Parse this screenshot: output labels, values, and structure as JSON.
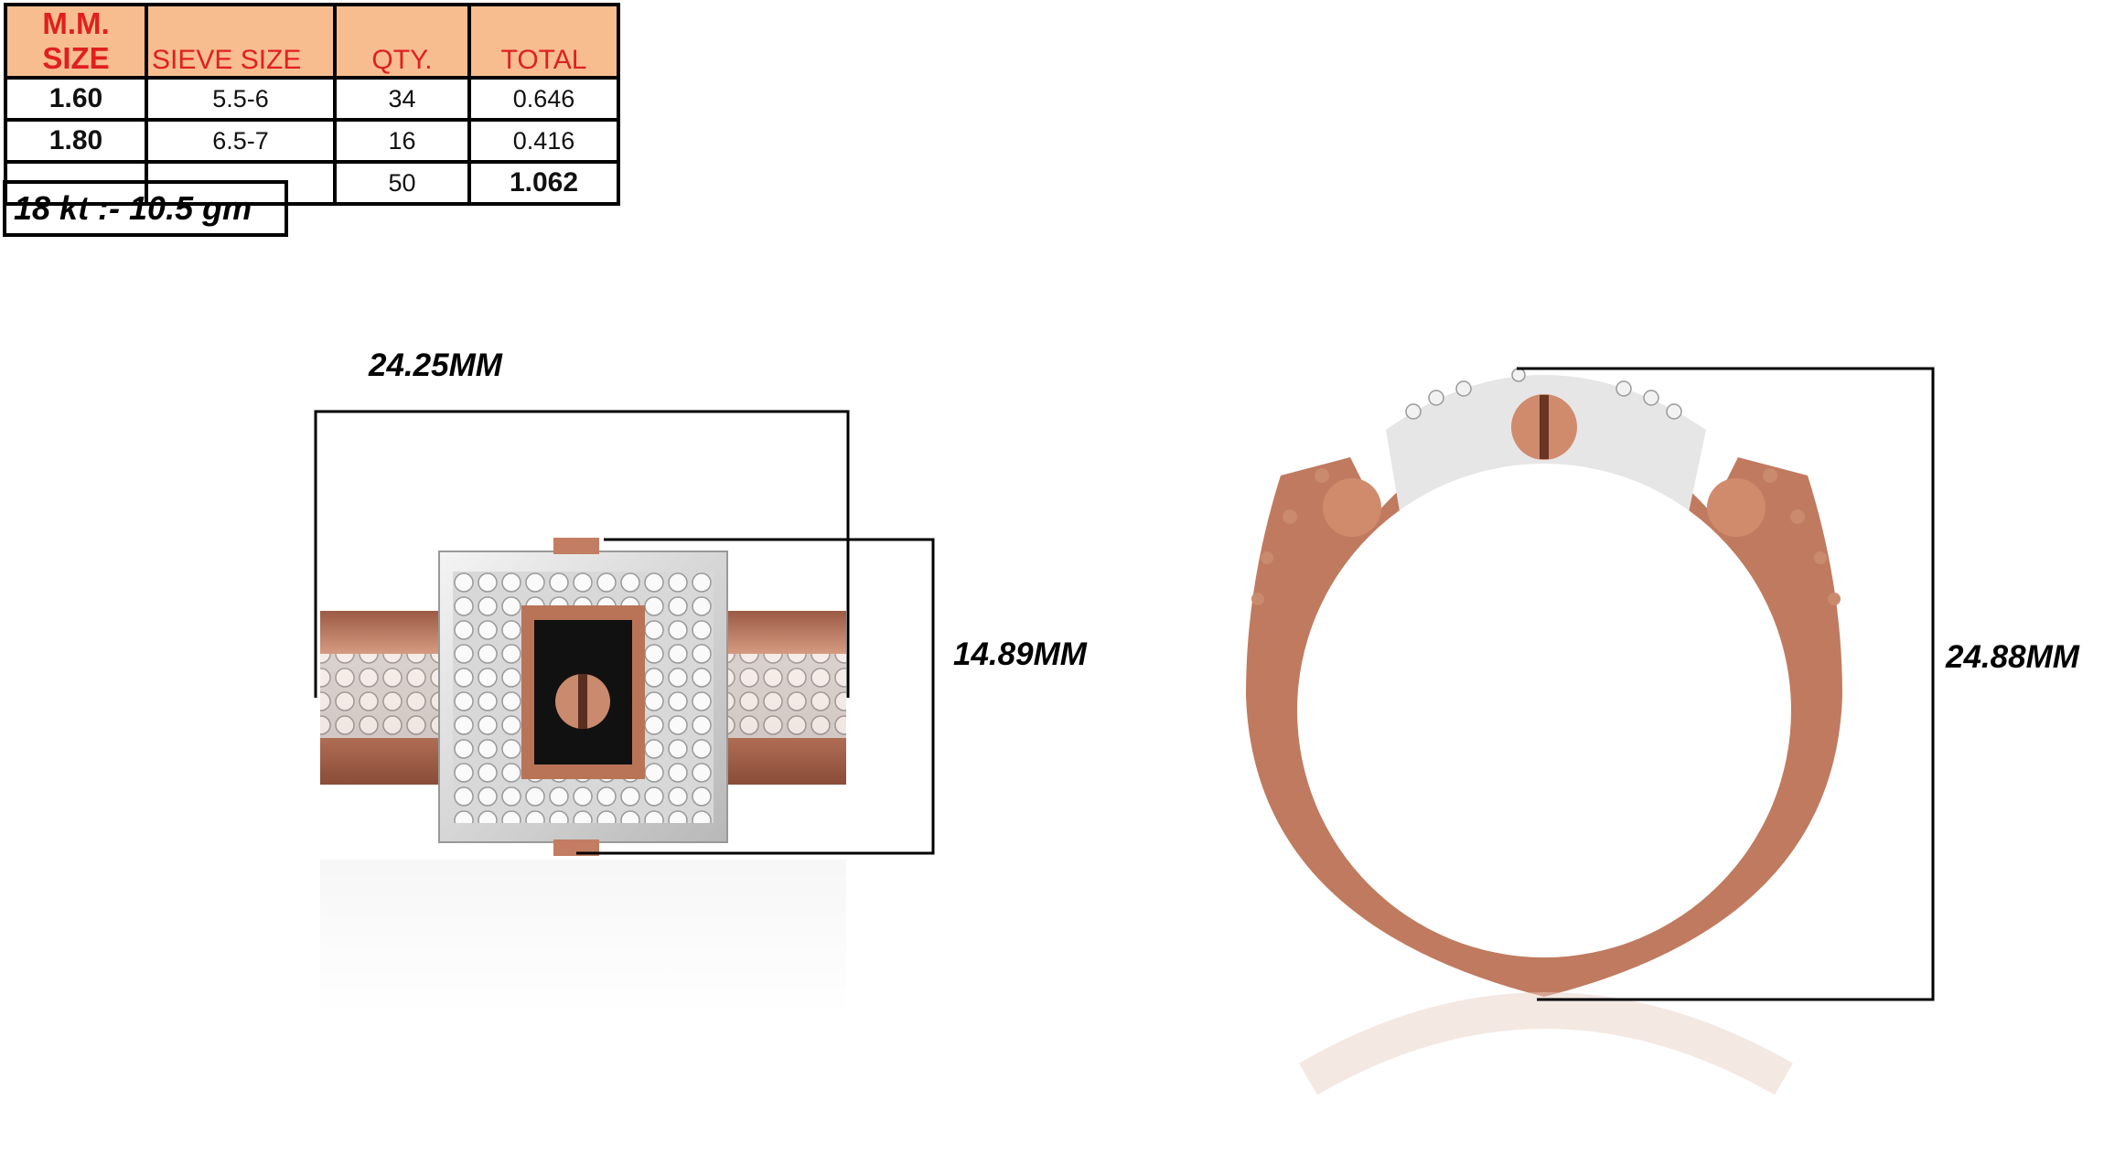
{
  "table": {
    "headers": [
      "M.M. SIZE",
      "SIEVE SIZE",
      "QTY.",
      "TOTAL"
    ],
    "rows": [
      [
        "1.60",
        "5.5-6",
        "34",
        "0.646"
      ],
      [
        "1.80",
        "6.5-7",
        "16",
        "0.416"
      ],
      [
        "",
        "",
        "50",
        "1.062"
      ]
    ]
  },
  "weight_label": "18 kt :- 10.5 gm",
  "dimensions": {
    "width": "24.25MM",
    "top_height": "14.89MM",
    "side_height": "24.88MM"
  },
  "colors": {
    "header_bg": "#f8bd8f",
    "header_text": "#e0201c",
    "rose_gold": "#c27d62",
    "white_gold": "#e4e4e4"
  }
}
